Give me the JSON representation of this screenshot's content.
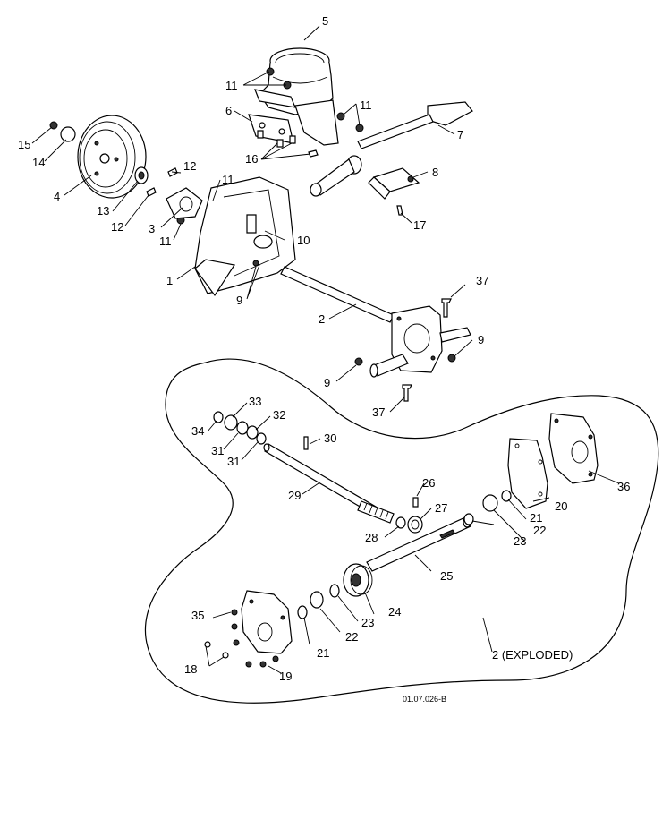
{
  "callouts": {
    "c1": "1",
    "c2": "2",
    "c3": "3",
    "c4": "4",
    "c5": "5",
    "c6": "6",
    "c7": "7",
    "c8": "8",
    "c9a": "9",
    "c9b": "9",
    "c9c": "9",
    "c10": "10",
    "c11a": "11",
    "c11b": "11",
    "c11c": "11",
    "c11d": "11",
    "c12a": "12",
    "c12b": "12",
    "c13": "13",
    "c14": "14",
    "c15": "15",
    "c16": "16",
    "c17": "17",
    "c18": "18",
    "c19": "19",
    "c20": "20",
    "c21a": "21",
    "c21b": "21",
    "c22a": "22",
    "c22b": "22",
    "c23a": "23",
    "c23b": "23",
    "c24": "24",
    "c25": "25",
    "c26": "26",
    "c27": "27",
    "c28": "28",
    "c29": "29",
    "c30": "30",
    "c31a": "31",
    "c31b": "31",
    "c32": "32",
    "c33": "33",
    "c34": "34",
    "c35": "35",
    "c36": "36",
    "c37a": "37",
    "c37b": "37"
  },
  "exploded_label": "2 (EXPLODED)",
  "drawing_ref": "01.07.026-B"
}
